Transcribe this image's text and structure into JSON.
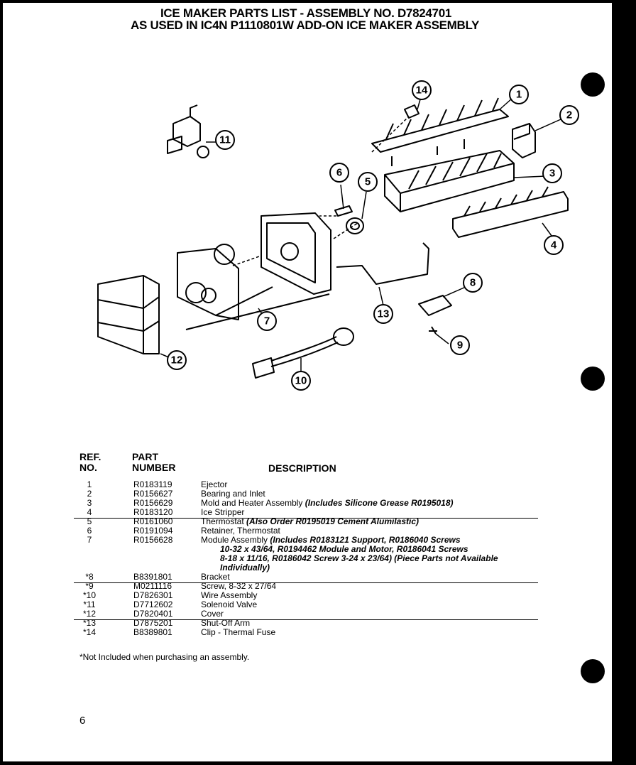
{
  "header": {
    "line1": "ICE MAKER PARTS LIST  -  ASSEMBLY NO. D7824701",
    "line2": "AS USED IN IC4N P1110801W ADD-ON ICE MAKER ASSEMBLY"
  },
  "callouts": [
    "1",
    "2",
    "3",
    "4",
    "5",
    "6",
    "7",
    "8",
    "9",
    "10",
    "11",
    "12",
    "13",
    "14"
  ],
  "table": {
    "ref_header": [
      "REF.",
      "NO."
    ],
    "part_header": [
      "PART",
      "NUMBER"
    ],
    "desc_header": "DESCRIPTION",
    "rows": [
      {
        "ref": "1",
        "part": "R0183119",
        "desc": "Ejector",
        "note": ""
      },
      {
        "ref": "2",
        "part": "R0156627",
        "desc": "Bearing and Inlet",
        "note": ""
      },
      {
        "ref": "3",
        "part": "R0156629",
        "desc": "Mold and Heater Assembly",
        "note": "(Includes Silicone Grease  R0195018)"
      },
      {
        "ref": "4",
        "part": "R0183120",
        "desc": "Ice Stripper",
        "note": ""
      },
      {
        "ref": "5",
        "part": "R0161060",
        "desc": "Thermostat",
        "note": "(Also Order R0195019 Cement Alumilastic)"
      },
      {
        "ref": "6",
        "part": "R0191094",
        "desc": "Retainer, Thermostat",
        "note": ""
      },
      {
        "ref": "7",
        "part": "R0156628",
        "desc": "Module Assembly",
        "note": "(Includes R0183121 Support, R0186040 Screws"
      },
      {
        "ref": "",
        "part": "",
        "desc": "10-32 x 43/64, R0194462 Module and Motor, R0186041 Screws",
        "note": "",
        "cont": true
      },
      {
        "ref": "",
        "part": "",
        "desc": "8-18 x 11/16, R0186042 Screw 3-24 x 23/64) (Piece Parts not Available",
        "note": "",
        "cont": true
      },
      {
        "ref": "",
        "part": "",
        "desc": "Individually)",
        "note": "",
        "cont": true
      },
      {
        "ref": "*8",
        "part": "B8391801",
        "desc": "Bracket",
        "note": ""
      },
      {
        "ref": "*9",
        "part": "M0211116",
        "desc": "Screw, 8-32 x 27/64",
        "note": ""
      },
      {
        "ref": "*10",
        "part": "D7826301",
        "desc": "Wire Assembly",
        "note": ""
      },
      {
        "ref": "*11",
        "part": "D7712602",
        "desc": "Solenoid Valve",
        "note": ""
      },
      {
        "ref": "*12",
        "part": "D7820401",
        "desc": "Cover",
        "note": ""
      },
      {
        "ref": "*13",
        "part": "D7875201",
        "desc": "Shut-Off Arm",
        "note": ""
      },
      {
        "ref": "*14",
        "part": "B8389801",
        "desc": "Clip  -  Thermal Fuse",
        "note": ""
      }
    ]
  },
  "footnote": "*Not Included when purchasing an assembly.",
  "page_number": "6"
}
